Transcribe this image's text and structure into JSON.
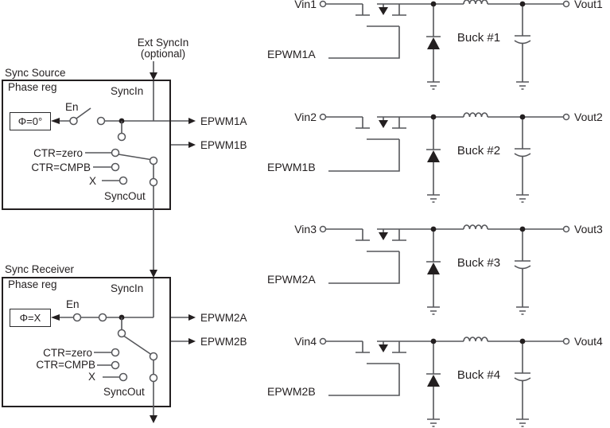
{
  "diagram": {
    "ext_sync_label": {
      "line1": "Ext SyncIn",
      "line2": "(optional)"
    },
    "sync_source": {
      "title": "Sync Source",
      "phase_reg_label": "Phase reg",
      "sync_in_label": "SyncIn",
      "enable_label": "En",
      "phase_value": "Φ=0°",
      "option_ctr_zero": "CTR=zero",
      "option_ctr_cmpb": "CTR=CMPB",
      "option_x": "X",
      "sync_out_label": "SyncOut",
      "output_a": "EPWM1A",
      "output_b": "EPWM1B"
    },
    "sync_receiver": {
      "title": "Sync Receiver",
      "phase_reg_label": "Phase reg",
      "sync_in_label": "SyncIn",
      "enable_label": "En",
      "phase_value": "Φ=X",
      "option_ctr_zero": "CTR=zero",
      "option_ctr_cmpb": "CTR=CMPB",
      "option_x": "X",
      "sync_out_label": "SyncOut",
      "output_a": "EPWM2A",
      "output_b": "EPWM2B"
    },
    "bucks": [
      {
        "vin": "Vin1",
        "pwm": "EPWM1A",
        "name": "Buck #1",
        "vout": "Vout1"
      },
      {
        "vin": "Vin2",
        "pwm": "EPWM1B",
        "name": "Buck #2",
        "vout": "Vout2"
      },
      {
        "vin": "Vin3",
        "pwm": "EPWM2A",
        "name": "Buck #3",
        "vout": "Vout3"
      },
      {
        "vin": "Vin4",
        "pwm": "EPWM2B",
        "name": "Buck #4",
        "vout": "Vout4"
      }
    ],
    "colors": {
      "line": "#55565a",
      "ink": "#231f20"
    }
  }
}
